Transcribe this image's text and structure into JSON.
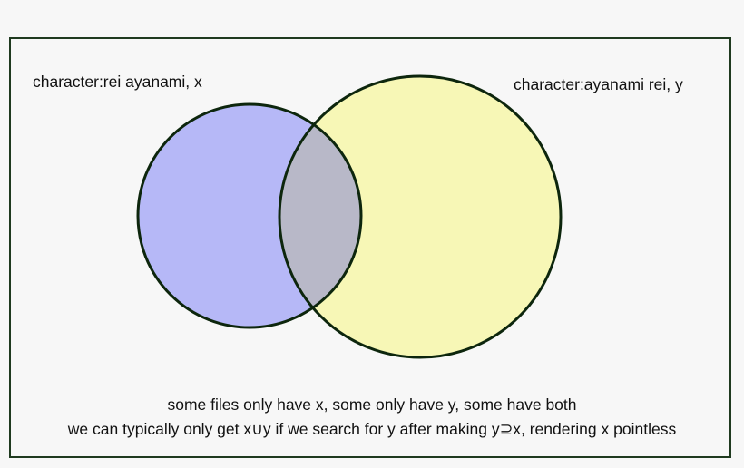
{
  "diagram": {
    "set_x_label": "character:rei ayanami, x",
    "set_y_label": "character:ayanami rei, y",
    "caption_line_1": "some files only have x, some only have y, some have both",
    "caption_line_2": "we can typically only get x∪y if we search for y after making y⊇x, rendering x pointless"
  },
  "colors": {
    "set_x_fill": "#b6b8f7",
    "set_y_fill": "#f7f7b6",
    "overlap_fill": "#b8b8c8",
    "stroke": "#0d260d",
    "frame": "#1f3a1f"
  }
}
